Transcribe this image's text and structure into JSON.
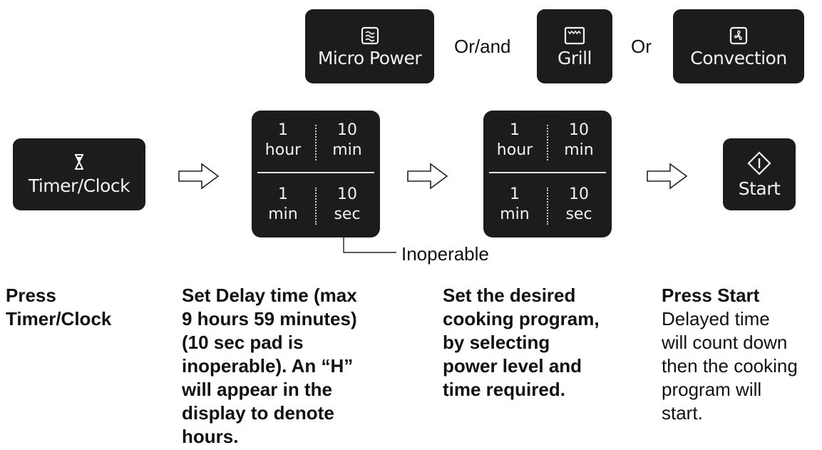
{
  "top_row": {
    "micro_power": {
      "label": "Micro Power",
      "icon": "microwave-waves-icon"
    },
    "or_and": "Or/and",
    "grill": {
      "label": "Grill",
      "icon": "grill-icon"
    },
    "or": "Or",
    "convection": {
      "label": "Convection",
      "icon": "convection-fan-icon"
    }
  },
  "timer_clock": {
    "label": "Timer/Clock",
    "icon": "hourglass-icon"
  },
  "pad_left": {
    "top_left_num": "1",
    "top_left_unit": "hour",
    "top_right_num": "10",
    "top_right_unit": "min",
    "bottom_left_num": "1",
    "bottom_left_unit": "min",
    "bottom_right_num": "10",
    "bottom_right_unit": "sec"
  },
  "pad_right": {
    "top_left_num": "1",
    "top_left_unit": "hour",
    "top_right_num": "10",
    "top_right_unit": "min",
    "bottom_left_num": "1",
    "bottom_left_unit": "min",
    "bottom_right_num": "10",
    "bottom_right_unit": "sec"
  },
  "inoperable_label": "Inoperable",
  "start": {
    "label": "Start",
    "icon": "start-diamond-icon"
  },
  "steps": {
    "step1": {
      "line1": "Press",
      "line2": "Timer/Clock"
    },
    "step2": {
      "lines": [
        "Set Delay time (max",
        "9 hours 59 minutes)",
        "(10 sec pad is",
        "inoperable). An “H”",
        "will appear in the",
        "display to denote",
        "hours."
      ]
    },
    "step3": {
      "lines": [
        "Set the desired",
        "cooking program,",
        "by selecting",
        "power level and",
        "time required."
      ]
    },
    "step4": {
      "heading": "Press Start",
      "lines": [
        "Delayed time",
        "will count down",
        "then the cooking",
        "program will",
        "start."
      ]
    }
  }
}
